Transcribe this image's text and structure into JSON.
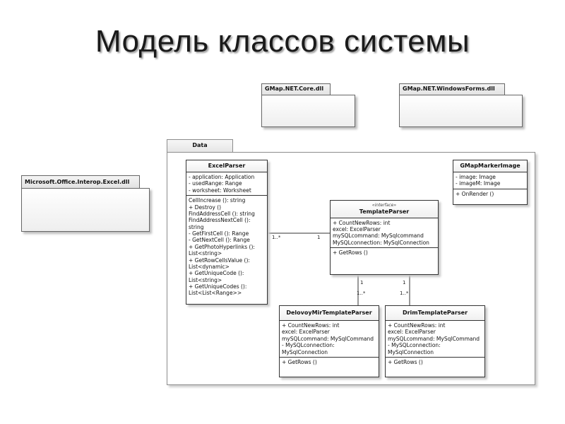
{
  "slide": {
    "title": "Модель классов системы"
  },
  "packages": [
    {
      "id": "gmap-core",
      "name": "GMap.NET.Core.dll"
    },
    {
      "id": "gmap-winforms",
      "name": "GMap.NET.WindowsForms.dll"
    },
    {
      "id": "office-excel",
      "name": "Microsoft.Office.Interop.Excel.dll"
    }
  ],
  "data_package": {
    "name": "Data"
  },
  "classes": {
    "excel_parser": {
      "name": "ExcelParser",
      "attributes": [
        "- application: Application",
        "- usedRange: Range",
        "- worksheet: Worksheet"
      ],
      "operations": [
        "CellIncrease (): string",
        "+ Destroy ()",
        "FindAddressCell (): string",
        "FindAddressNextCell (): string",
        "- GetFirstCell (): Range",
        "- GetNextCell (): Range",
        "+ GetPhotoHyperlinks (): List<string>",
        "+ GetRowCellsValue (): List<dynamic>",
        "+ GetUniqueCode (): List<string>",
        "+ GetUniqueCodes (): List<List<Range>>"
      ]
    },
    "template_parser": {
      "stereotype": "«interface»",
      "name": "TemplateParser",
      "attributes": [
        "+ CountNewRows: int",
        "excel: ExcelParser",
        "mySQLcommand: MySqlcommand",
        "MySQLconnection: MySqlConnection"
      ],
      "operations": [
        "+ GetRows ()"
      ]
    },
    "gmap_marker_image": {
      "name": "GMapMarkerImage",
      "attributes": [
        "- image: Image",
        "- imageM: Image"
      ],
      "operations": [
        "+ OnRender ()"
      ]
    },
    "delovoy_mir": {
      "name": "DelovoyMirTemplateParser",
      "attributes": [
        "+ CountNewRows: int",
        "excel: ExcelParser",
        "mySQLcommand: MySqlCommand",
        "- MySQLconnection: MySqlConnection"
      ],
      "operations": [
        "+ GetRows ()"
      ]
    },
    "drim": {
      "name": "DrimTemplateParser",
      "attributes": [
        "+ CountNewRows: int",
        "excel: ExcelParser",
        "mySQLcommand: MySqlCommand",
        "- MySQLconnection: MySqlConnection"
      ],
      "operations": [
        "+ GetRows ()"
      ]
    }
  },
  "multiplicities": {
    "excel_many": "1..*",
    "excel_one": "1",
    "delovoy_one": "1",
    "delovoy_many": "1..*",
    "drim_one": "1",
    "drim_many": "1..*"
  }
}
